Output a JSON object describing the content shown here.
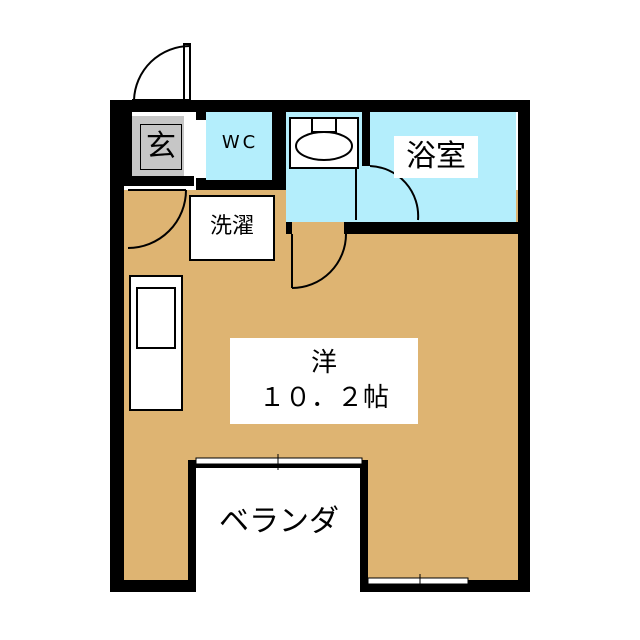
{
  "floor_plan": {
    "rooms": {
      "entrance": {
        "label": "玄",
        "color": "#c6c6c6"
      },
      "toilet": {
        "label": "WC",
        "color": "#b4eefc"
      },
      "washroom": {
        "color": "#b4eefc"
      },
      "bathroom": {
        "label": "浴室",
        "color": "#b4eefc"
      },
      "laundry": {
        "label": "洗濯"
      },
      "main_room": {
        "label_line1": "洋",
        "label_line2": "１０．２帖",
        "color": "#deb472"
      },
      "veranda": {
        "label": "ベランダ",
        "color": "#ffffff"
      }
    },
    "fixtures": [
      "kitchen-counter",
      "washbasin",
      "door-swings",
      "sliding-windows"
    ],
    "wall_color": "#000000"
  }
}
